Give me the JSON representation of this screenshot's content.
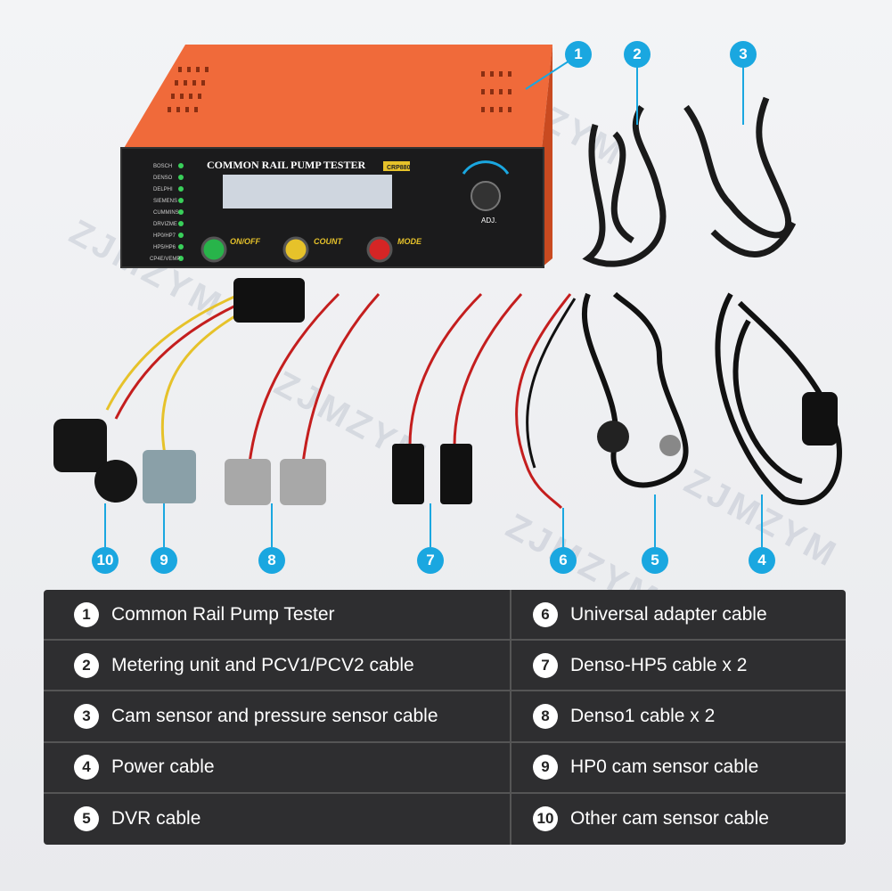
{
  "device": {
    "title": "COMMON RAIL PUMP TESTER",
    "model": "CRP880",
    "pump_list": [
      "BOSCH",
      "DENSO",
      "DELPHI",
      "SIEMENS",
      "CUMMINS",
      "DRVIZME",
      "HP0/HP7",
      "HP5/HP6",
      "CP4E/VEMP"
    ],
    "buttons": {
      "on_off": "ON/OFF",
      "count": "COUNT",
      "mode": "MODE"
    },
    "knob_label": "ADJ."
  },
  "callouts": [
    "1",
    "2",
    "3",
    "4",
    "5",
    "6",
    "7",
    "8",
    "9",
    "10"
  ],
  "legend": {
    "left": [
      {
        "num": "1",
        "text": "Common Rail Pump Tester"
      },
      {
        "num": "2",
        "text": "Metering unit and PCV1/PCV2 cable"
      },
      {
        "num": "3",
        "text": "Cam sensor and pressure sensor cable"
      },
      {
        "num": "4",
        "text": "Power cable"
      },
      {
        "num": "5",
        "text": "DVR cable"
      }
    ],
    "right": [
      {
        "num": "6",
        "text": "Universal adapter cable"
      },
      {
        "num": "7",
        "text": "Denso-HP5 cable x 2"
      },
      {
        "num": "8",
        "text": "Denso1 cable x 2"
      },
      {
        "num": "9",
        "text": "HP0 cam sensor cable"
      },
      {
        "num": "10",
        "text": "Other cam sensor cable"
      }
    ]
  },
  "watermark": "ZJMZYM",
  "colors": {
    "accent": "#1aa7e0",
    "device_orange": "#e8582a",
    "legend_bg": "#2e2e30"
  }
}
